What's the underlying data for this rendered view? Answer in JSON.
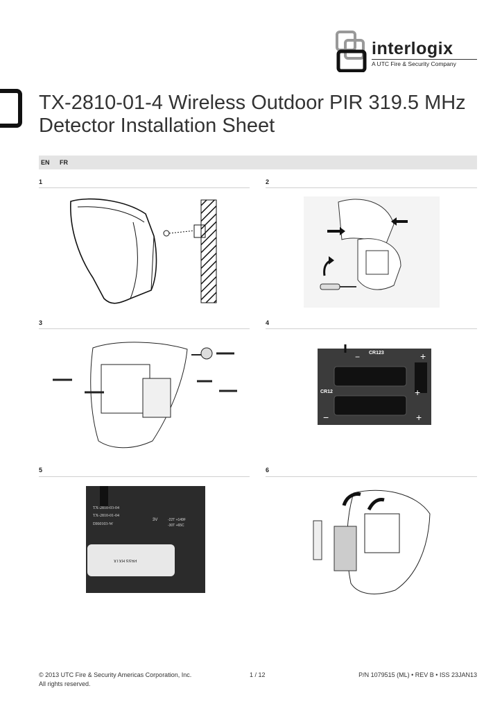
{
  "brand": {
    "name": "interlogix",
    "tagline": "A UTC Fire & Security Company",
    "logo_icon": "interlogix-logo-icon"
  },
  "title_line1": "TX-2810-01-4 Wireless Outdoor PIR 319.5 MHz",
  "title_line2": "Detector Installation Sheet",
  "languages": [
    "EN",
    "FR"
  ],
  "steps": [
    {
      "number": "1"
    },
    {
      "number": "2"
    },
    {
      "number": "3"
    },
    {
      "number": "4",
      "battery_label": "CR123",
      "battery_label_2": "CR12"
    },
    {
      "number": "5",
      "label_a": "TX-2810-03-04",
      "label_b": "TX-2810-01-04",
      "label_c": "DI60103-W",
      "voltage": "3V",
      "temp_high": "-22T +149F",
      "temp_low": "-30T +65C",
      "module_code": "PASS RXTX"
    },
    {
      "number": "6"
    }
  ],
  "footer": {
    "copyright": "© 2013 UTC Fire & Security Americas Corporation, Inc.",
    "rights": "All rights reserved.",
    "page": "1 / 12",
    "part_number": "P/N 1079515 (ML) • REV B • ISS 23JAN13"
  }
}
